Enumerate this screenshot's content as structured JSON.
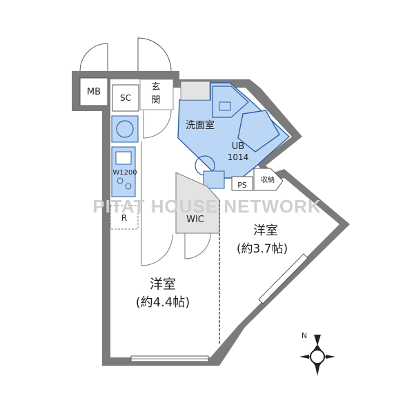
{
  "labels": {
    "mb": "MB",
    "sc": "SC",
    "entrance_1": "玄",
    "entrance_2": "関",
    "washroom": "洗面室",
    "ub": "UB",
    "ub_size": "1014",
    "kitchen": "W1200",
    "ps": "PS",
    "storage": "収納",
    "fridge": "R",
    "wic": "WIC",
    "room1_name": "洋室",
    "room1_size": "(約3.7帖)",
    "room2_name": "洋室",
    "room2_size": "(約4.4帖)",
    "compass_n": "N"
  },
  "watermark": "PITAT HOUSE NETWORK",
  "colors": {
    "wall": "#7b7b7b",
    "wet_area": "#bcd7f5",
    "wet_outline": "#2c5d9e",
    "grey_area": "#e3e3e3",
    "watermark": "#cfcfcf"
  }
}
